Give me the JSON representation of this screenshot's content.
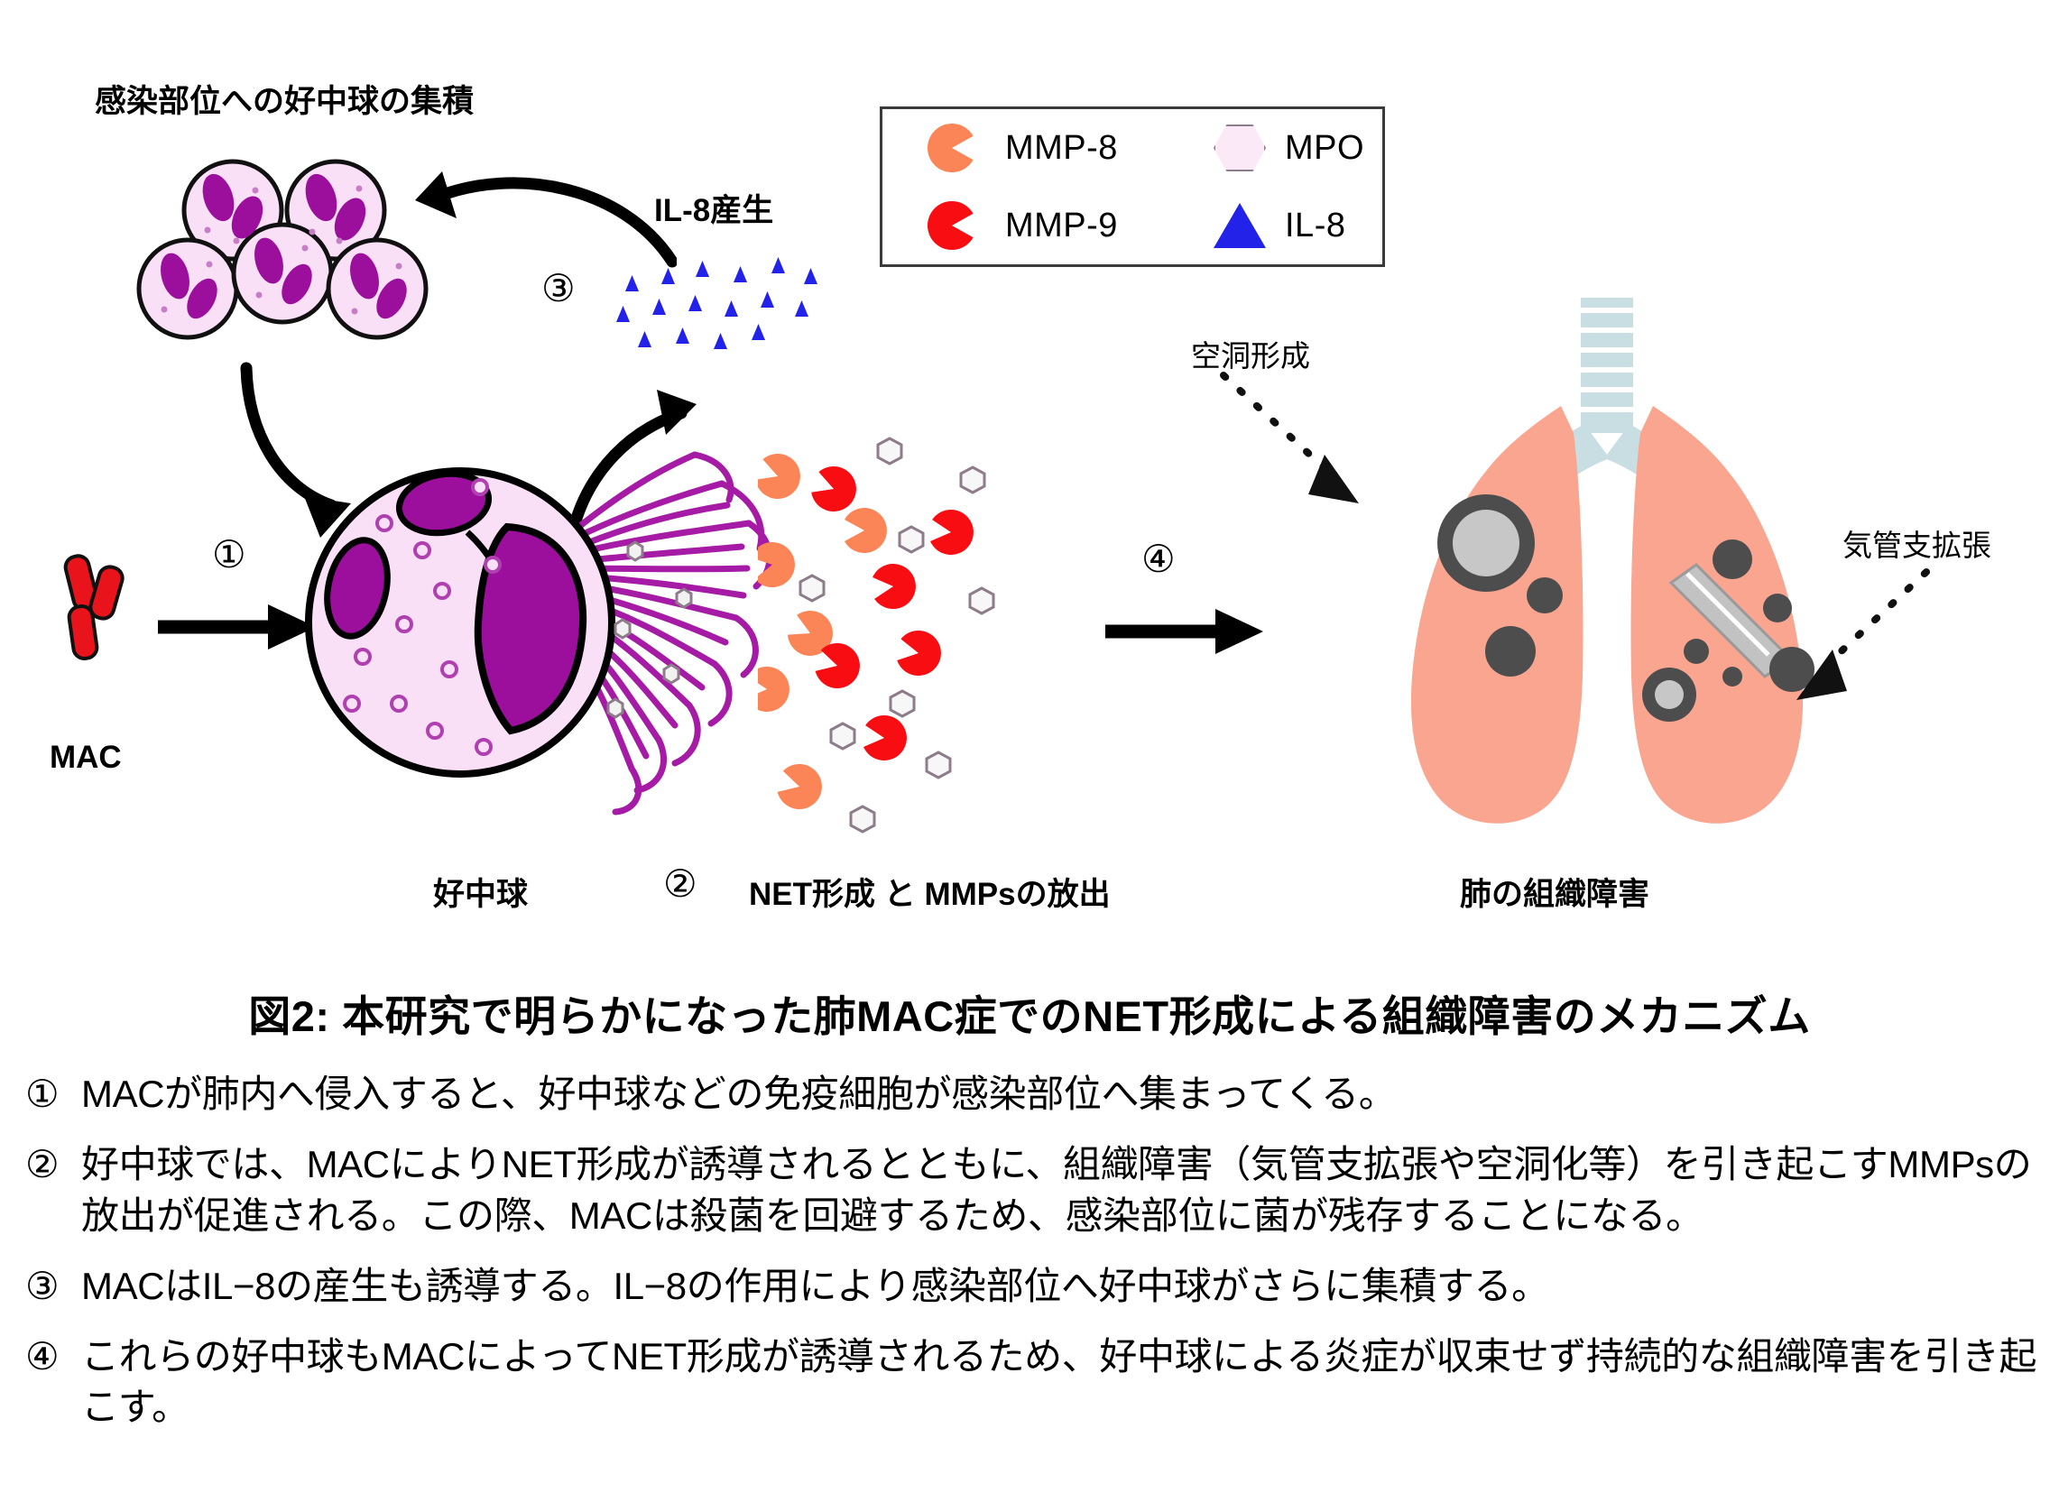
{
  "figure": {
    "caption": "図2: 本研究で明らかになった肺MAC症でのNET形成による組織障害のメカニズム"
  },
  "legend": {
    "items": [
      {
        "symbol": "pacman-orange-icon",
        "label": "MMP-8",
        "color": "#fb8557"
      },
      {
        "symbol": "hexagon-pink-icon",
        "label": "MPO",
        "color": "#fbe9f7"
      },
      {
        "symbol": "pacman-red-icon",
        "label": "MMP-9",
        "color": "#f80d12"
      },
      {
        "symbol": "triangle-blue-icon",
        "label": "IL-8",
        "color": "#2222e8"
      }
    ]
  },
  "diagram": {
    "label_recruitment": "感染部位への好中球の集積",
    "label_il8": "IL-8産生",
    "label_mac": "MAC",
    "label_neutrophil": "好中球",
    "label_net": "NET形成 と MMPsの放出",
    "label_cavity": "空洞形成",
    "label_bronchiectasis": "気管支拡張",
    "label_lung_damage": "肺の組織障害",
    "step1": "①",
    "step2": "②",
    "step3": "③",
    "step4": "④",
    "colors": {
      "mac": "#e8131b",
      "net": "#a61ba6",
      "nucleus": "#9c0f9c",
      "cytoplasm": "#f9e0f6",
      "lung": "#f9a58f",
      "airway": "#c9dee2",
      "nodule": "#4d4d4d"
    }
  },
  "list": {
    "items": [
      {
        "num": "①",
        "text": "MACが肺内へ侵入すると、好中球などの免疫細胞が感染部位へ集まってくる。"
      },
      {
        "num": "②",
        "text": "好中球では、MACによりNET形成が誘導されるとともに、組織障害（気管支拡張や空洞化等）を引き起こすMMPsの放出が促進される。この際、MACは殺菌を回避するため、感染部位に菌が残存することになる。"
      },
      {
        "num": "③",
        "text": "MACはIL−8の産生も誘導する。IL−8の作用により感染部位へ好中球がさらに集積する。"
      },
      {
        "num": "④",
        "text": "これらの好中球もMACによってNET形成が誘導されるため、好中球による炎症が収束せず持続的な組織障害を引き起こす。"
      }
    ]
  }
}
